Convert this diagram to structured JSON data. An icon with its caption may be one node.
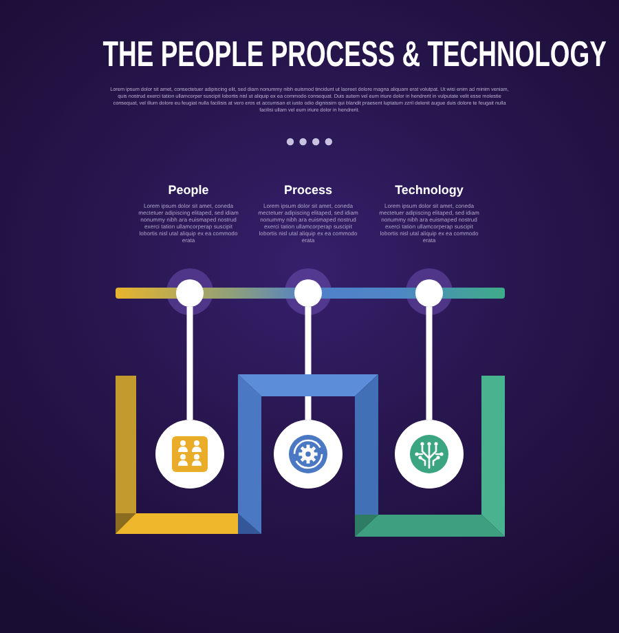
{
  "diagram": {
    "title": "THE PEOPLE PROCESS & TECHNOLOGY",
    "nodes": [
      {
        "text": [],
        "shape": "circle"
      },
      {
        "text": [],
        "shape": "circle"
      },
      {
        "text": [],
        "shape": "circle"
      },
      {
        "text": [],
        "shape": "circle"
      },
      {
        "text": [],
        "shape": "circle"
      },
      {
        "text": [],
        "shape": "circle"
      }
    ],
    "edges": [
      {
        "from": 0,
        "to": 3,
        "arrow": "none"
      },
      {
        "from": 1,
        "to": 4,
        "arrow": "none"
      },
      {
        "from": 2,
        "to": 5,
        "arrow": "none"
      }
    ],
    "labels": [
      "Lorem ipsum dolor sit amet, consectetuer adipiscing elit, sed diam nonummy nibh euismod tincidunt ut laoreet dolore magna aliquam erat volutpat. Ut wisi enim ad minim veniam, quis nostrud exerci tation ullamcorper suscipit lobortis nisl ut aliquip ex ea commodo consequat. Duis autem vel eum iriure dolor in hendrerit in vulputate velit esse molestie consequat, vel illum dolore eu feugiat nulla facilisis at vero eros et accumsan et iusto odio dignissim qui blandit praesent luptatum zzril delenit augue duis dolore te feugait nulla facilisi ullam vel eum iriure dolor in hendrerit.",
      "People",
      "Lorem ipsum dolor sit amet, coneda mectetuer adipiscing elitaped, sed idiam nonummy nibh ara euismaped nostrud exerci tation ullamcorperap suscipit lobortis nisl utal aliquip ex ea commodo erata",
      "Process",
      "Lorem ipsum dolor sit amet, coneda mectetuer adipiscing elitaped, sed idiam nonummy nibh ara euismaped nostrud exerci tation ullamcorperap suscipit lobortis nisl utal aliquip ex ea commodo erata",
      "Technology",
      "Lorem ipsum dolor sit amet, coneda mectetuer adipiscing elitaped, sed idiam nonummy nibh ara euismaped nostrud exerci tation ullamcorperap suscipit lobortis nisl utal aliquip ex ea commodo erata"
    ]
  }
}
